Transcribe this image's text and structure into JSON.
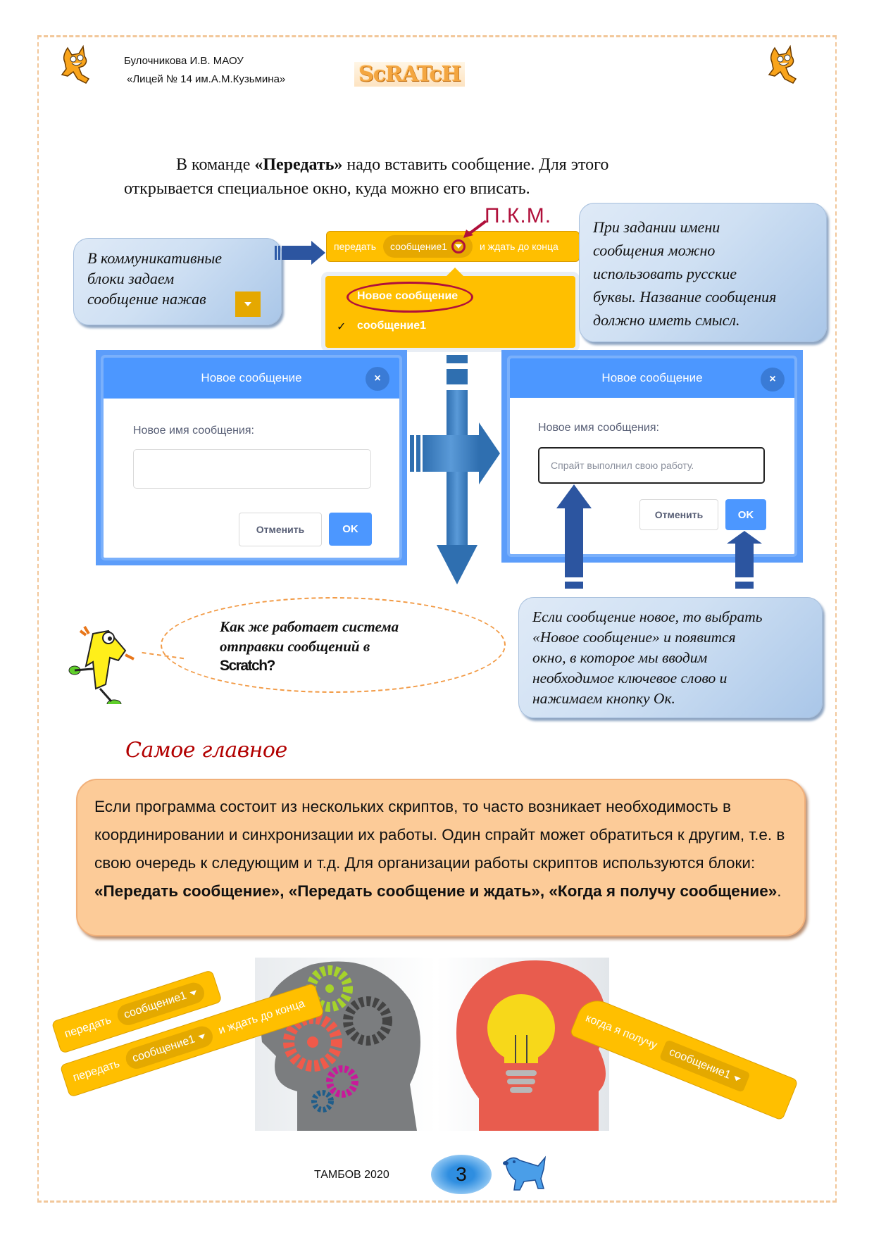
{
  "header": {
    "author_line": "Булочникова И.В. МАОУ",
    "school_line": "«Лицей № 14 им.А.М.Кузьмина»",
    "logo_text": "ScRATcH"
  },
  "intro": {
    "part1": "В команде ",
    "bold": "«Передать»",
    "part2": " надо вставить сообщение. Для этого",
    "line2": "открывается специальное окно, куда можно его вписать."
  },
  "pkm_label": "П.К.М.",
  "block_top": {
    "verb": "передать",
    "message": "сообщение1",
    "suffix": "и ждать до конца"
  },
  "dropdown": {
    "items": [
      {
        "label": "Новое сообщение",
        "checked": false,
        "highlighted": true
      },
      {
        "label": "сообщение1",
        "checked": true,
        "highlighted": false
      }
    ],
    "check_mark": "✓"
  },
  "callouts": {
    "left": [
      "В коммуникативные",
      "блоки задаем",
      "сообщение нажав"
    ],
    "right": [
      "При задании имени",
      "сообщения можно",
      "использовать русские",
      "буквы. Название сообщения",
      "должно иметь смысл."
    ],
    "bottom_right": [
      "Если сообщение новое, то выбрать",
      "«Новое сообщение» и появится",
      "окно, в которое мы вводим",
      "необходимое ключевое слово и",
      "нажимаем кнопку Ок."
    ]
  },
  "dialog_empty": {
    "title": "Новое сообщение",
    "close": "×",
    "label": "Новое имя сообщения:",
    "input_value": "",
    "cancel": "Отменить",
    "ok": "OK"
  },
  "dialog_filled": {
    "title": "Новое сообщение",
    "close": "×",
    "label": "Новое имя сообщения:",
    "input_value": "Спрайт выполнил свою работу.",
    "cancel": "Отменить",
    "ok": "OK"
  },
  "bubble": {
    "line1": "Как же работает система",
    "line2": "отправки сообщений в",
    "brand": "Scratch?"
  },
  "section": {
    "title": "Самое главное",
    "text": "Если программа состоит из нескольких скриптов, то часто возникает необходимость в координировании и синхронизации их работы. Один спрайт может обратиться к другим, т.е. в свою очередь к следующим и т.д. Для организации работы скриптов используются блоки: ",
    "bold": "«Передать сообщение», «Передать сообщение и ждать», «Когда я получу сообщение»",
    "end": "."
  },
  "illustration_blocks": {
    "broadcast": {
      "verb": "передать",
      "message": "сообщение1"
    },
    "broadcast_wait": {
      "verb": "передать",
      "message": "сообщение1",
      "suffix": "и ждать до конца"
    },
    "receive": {
      "label": "когда я получу",
      "message": "сообщение1"
    }
  },
  "footer": {
    "city_year": "ТАМБОВ 2020",
    "page_number": "3"
  },
  "colors": {
    "scratch_block": "#ffbf00",
    "dialog_blue": "#4c97ff",
    "highlight_red": "#b0103b",
    "section_title": "#b20000",
    "summary_bg": "#fccb98"
  }
}
